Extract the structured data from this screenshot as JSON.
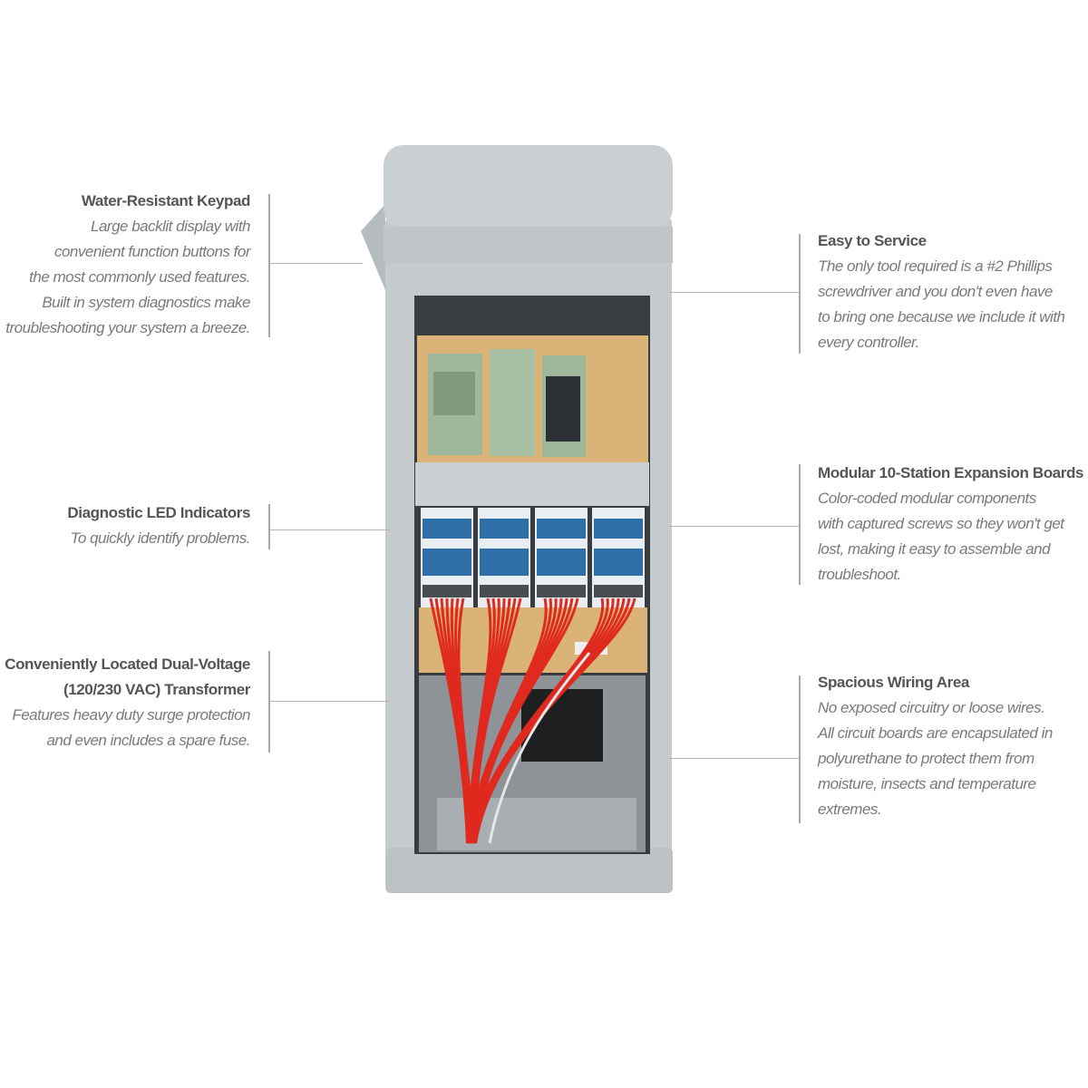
{
  "callouts": {
    "keypad": {
      "title": "Water-Resistant Keypad",
      "lines": [
        "Large backlit display with",
        "convenient function buttons for",
        "the most commonly used features.",
        "Built in system diagnostics make",
        "troubleshooting your system a breeze."
      ]
    },
    "led": {
      "title": "Diagnostic LED Indicators",
      "lines": [
        "To quickly identify problems."
      ]
    },
    "transformer": {
      "title": "Conveniently Located Dual-Voltage",
      "title2": "(120/230 VAC) Transformer",
      "lines": [
        "Features heavy duty surge protection",
        "and even includes a spare fuse."
      ]
    },
    "service": {
      "title": "Easy to Service",
      "lines": [
        "The only tool required is a #2 Phillips",
        "screwdriver and you don't even have",
        "to bring one because we include it with",
        "every controller."
      ]
    },
    "modular": {
      "title": "Modular 10-Station Expansion Boards",
      "lines": [
        "Color-coded modular components",
        "with captured screws so they won't get",
        "lost, making it easy to assemble and",
        "troubleshoot."
      ]
    },
    "wiring": {
      "title": "Spacious Wiring Area",
      "lines": [
        "No exposed circuitry or loose wires.",
        "All circuit boards are encapsulated in",
        "polyurethane to protect them from",
        "moisture, insects and temperature",
        "extremes."
      ]
    }
  },
  "colors": {
    "housing": "#c3c9cc",
    "board": "#d9b377",
    "module_blue": "#2f6fa8",
    "wire_red": "#e0291f",
    "pcb_green": "#9fb79a"
  }
}
